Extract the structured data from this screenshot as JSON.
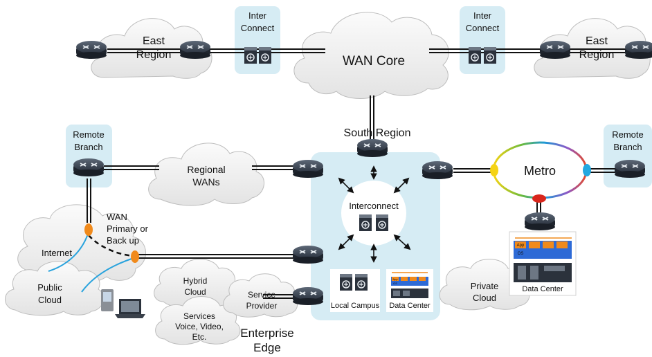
{
  "labels": {
    "inter_connect_left_1": "Inter",
    "inter_connect_left_2": "Connect",
    "inter_connect_right_1": "Inter",
    "inter_connect_right_2": "Connect",
    "east_region_left_1": "East",
    "east_region_left_2": "Region",
    "east_region_right_1": "East",
    "east_region_right_2": "Region",
    "wan_core": "WAN Core",
    "south_region": "South Region",
    "remote_branch_left_1": "Remote",
    "remote_branch_left_2": "Branch",
    "remote_branch_right_1": "Remote",
    "remote_branch_right_2": "Branch",
    "regional_wans_1": "Regional",
    "regional_wans_2": "WANs",
    "metro": "Metro",
    "interconnect_hub": "Interconnect",
    "wan_primary_1": "WAN",
    "wan_primary_2": "Primary or",
    "wan_primary_3": "Back up",
    "internet": "Internet",
    "public_cloud_1": "Public",
    "public_cloud_2": "Cloud",
    "hybrid_cloud_1": "Hybrid",
    "hybrid_cloud_2": "Cloud",
    "service_provider_1": "Service",
    "service_provider_2": "Provider",
    "services_1": "Services",
    "services_2": "Voice, Video,",
    "services_3": "Etc.",
    "local_campus": "Local Campus",
    "data_center_hub": "Data Center",
    "private_cloud_1": "Private",
    "private_cloud_2": "Cloud",
    "data_center_right": "Data Center",
    "enterprise_edge_1": "Enterprise",
    "enterprise_edge_2": "Edge",
    "app_tag": "App",
    "os_tag": "OS"
  },
  "colors": {
    "panel_fill": "#d6ecf4",
    "cloud_fill": "#f2f2f2",
    "cloud_stroke": "#bdbdbd",
    "router_dark": "#2c3440",
    "link_line": "#111111",
    "internet_link": "#29a3dd",
    "metro_yellow": "#f5d314",
    "metro_blue": "#23a8e0",
    "metro_red": "#d9261c",
    "wan_orange": "#f08a1c"
  },
  "icons": [
    "router-icon",
    "switch-icon",
    "server-rack-icon",
    "pda-icon",
    "laptop-icon",
    "arrow-icon"
  ]
}
